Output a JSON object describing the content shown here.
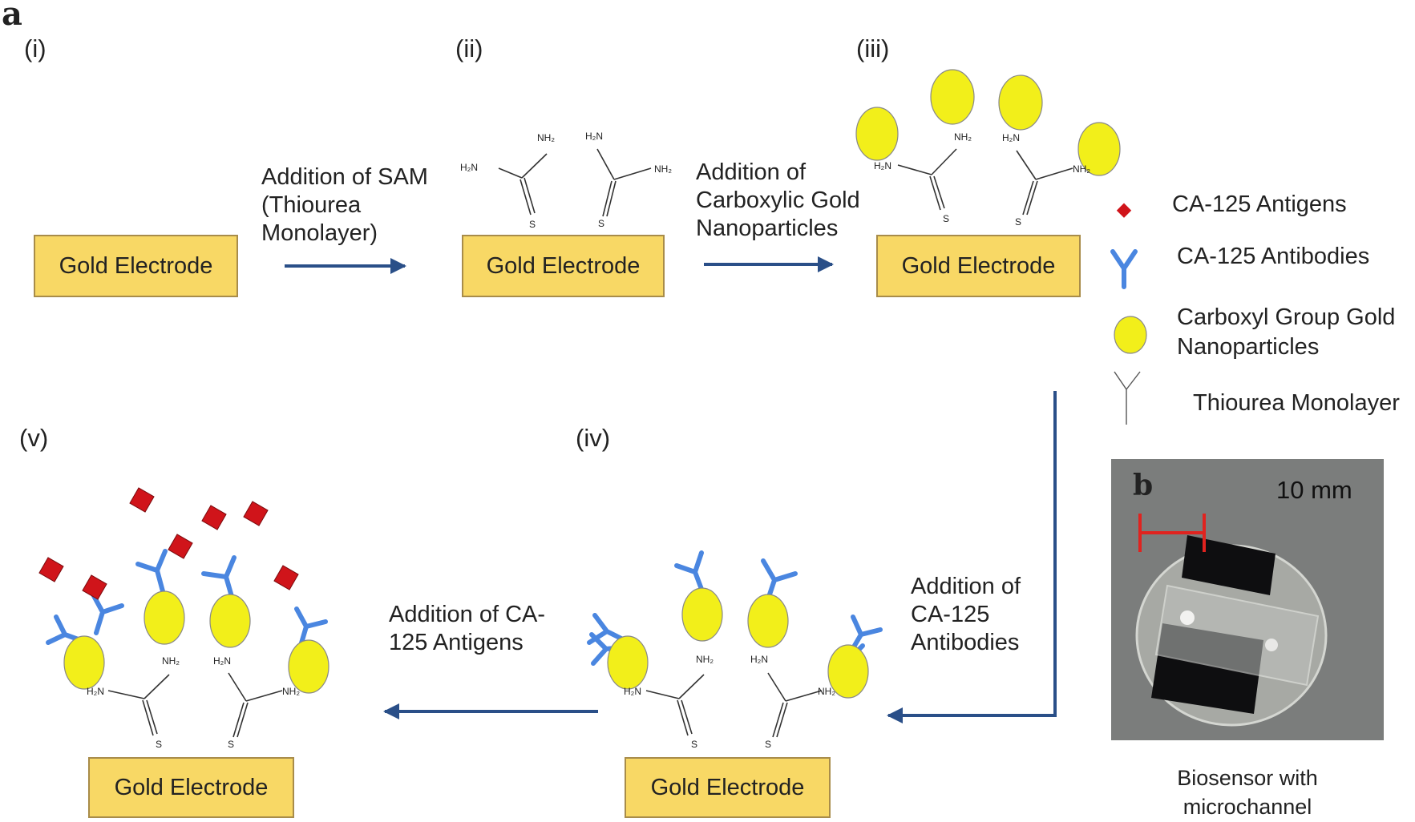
{
  "panels": {
    "a": "a",
    "b": "b"
  },
  "steps": {
    "i": "(i)",
    "ii": "(ii)",
    "iii": "(iii)",
    "iv": "(iv)",
    "v": "(v)"
  },
  "electrode_label": "Gold Electrode",
  "arrows": {
    "sam": [
      "Addition of SAM",
      "(Thiourea",
      "Monolayer)"
    ],
    "gold": [
      "Addition of",
      "Carboxylic Gold",
      "Nanoparticles"
    ],
    "antibodies": [
      "Addition of",
      "CA-125",
      "Antibodies"
    ],
    "antigens": [
      "Addition of CA-",
      "125 Antigens"
    ]
  },
  "molecule": {
    "nh2": "NH₂",
    "h2n": "H₂N",
    "s": "S"
  },
  "legend": {
    "antigen": "CA-125 Antigens",
    "antibody": "CA-125 Antibodies",
    "nanoparticle": [
      "Carboxyl Group Gold",
      "Nanoparticles"
    ],
    "monolayer": "Thiourea Monolayer"
  },
  "photo": {
    "scale": "10 mm",
    "caption": [
      "Biosensor with",
      "microchannel"
    ]
  },
  "colors": {
    "electrode": "#f8d865",
    "nanoparticle": "#f2ef1a",
    "antibody": "#4a86e0",
    "antigen": "#d0141a",
    "arrow": "#2a4f88",
    "scale_bar": "#e0231f"
  }
}
